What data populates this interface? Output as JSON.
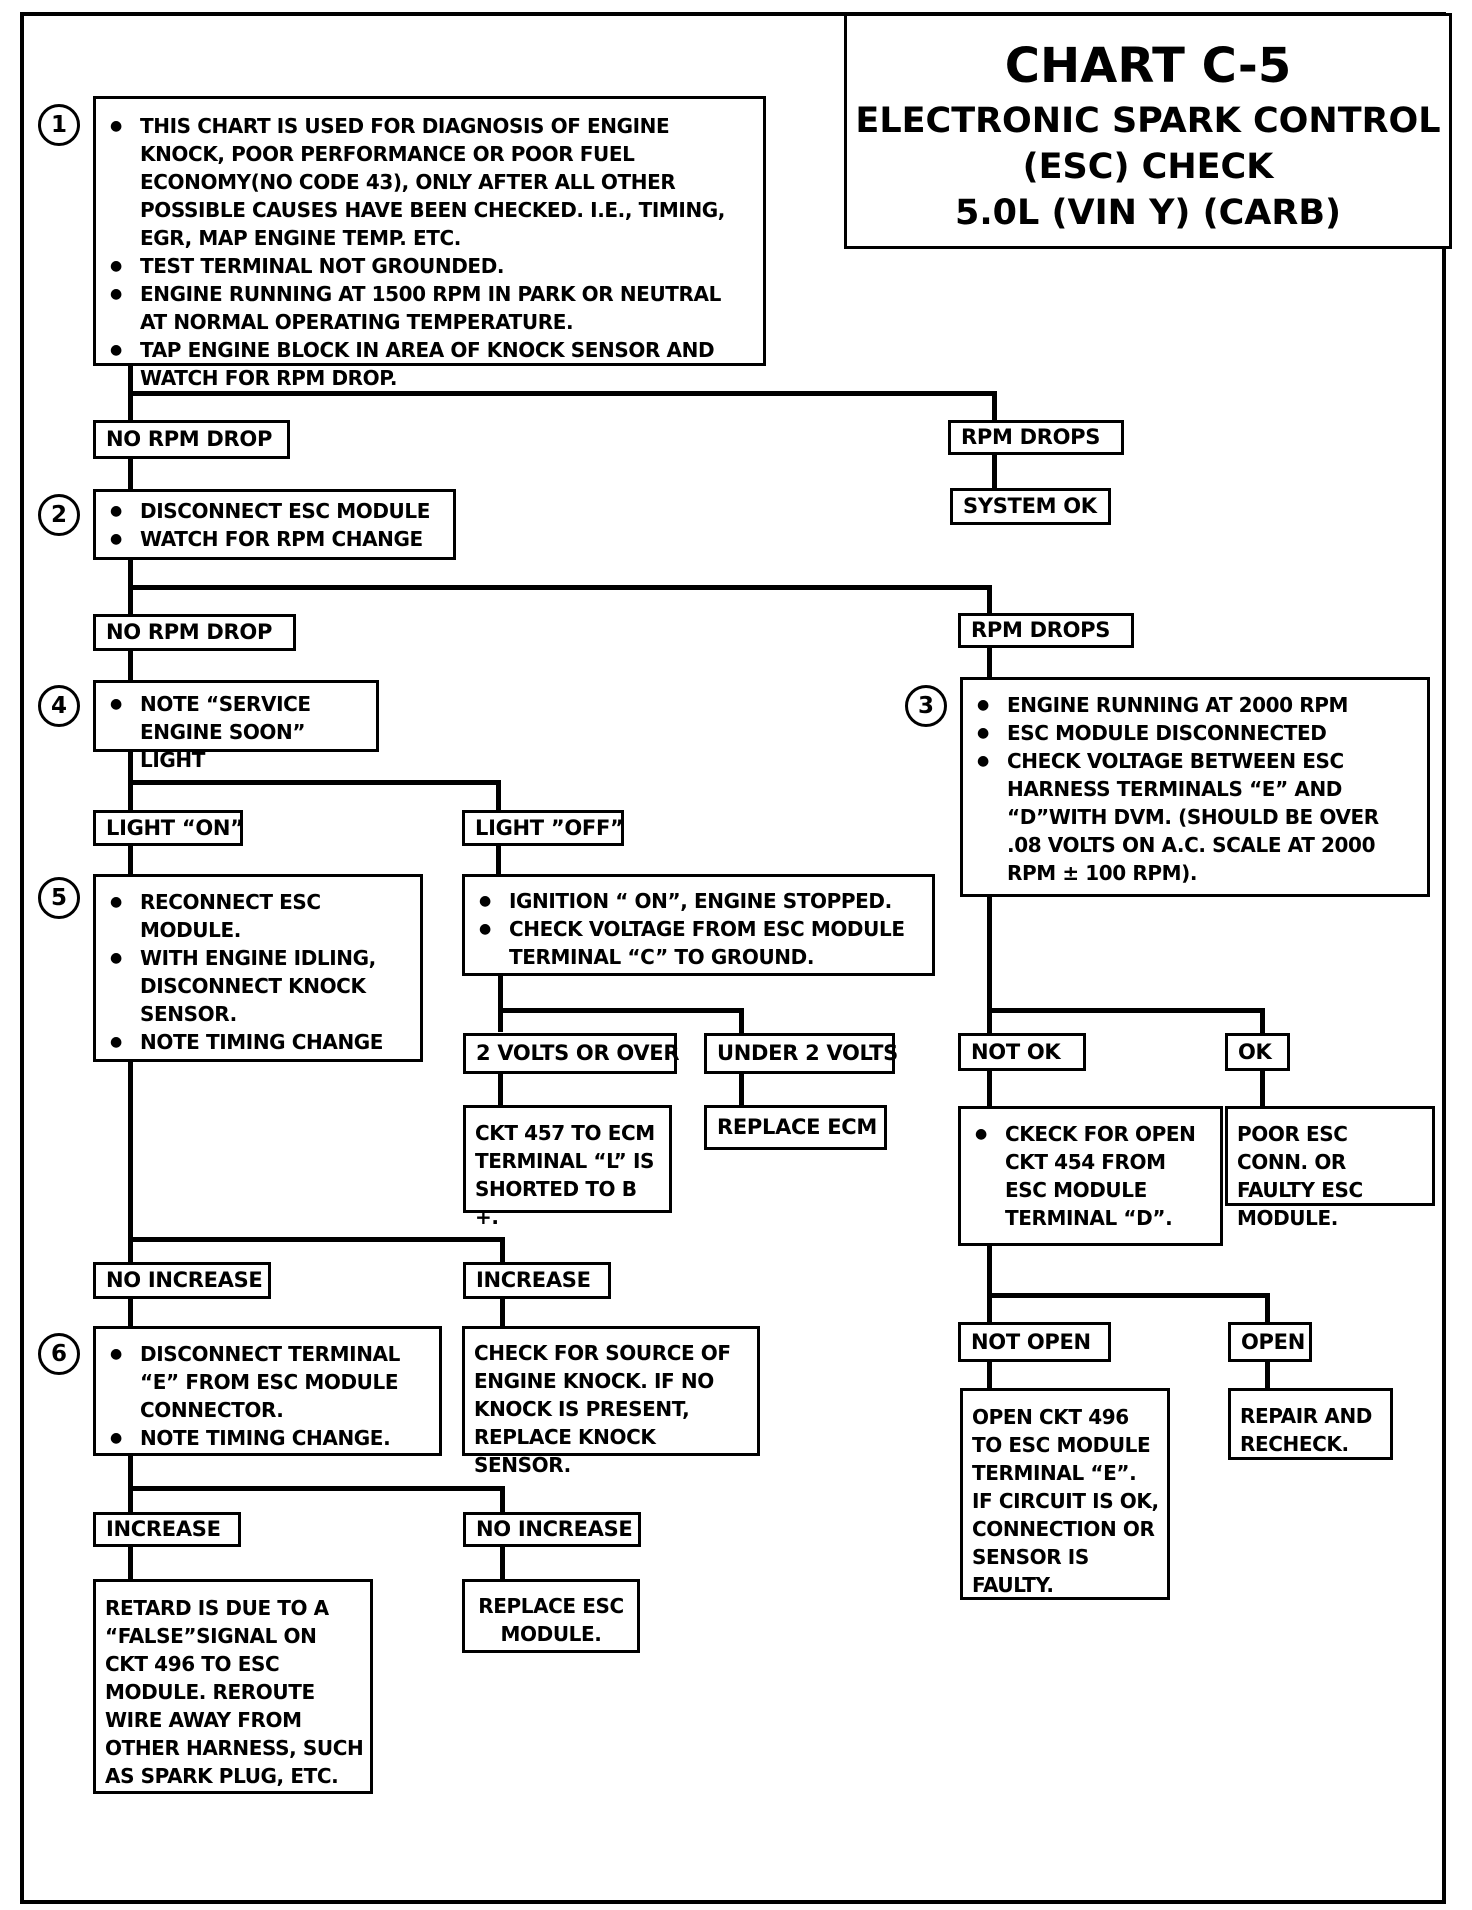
{
  "title": {
    "chart": "CHART C-5",
    "line1": "ELECTRONIC SPARK CONTROL",
    "line2": "(ESC) CHECK",
    "line3": "5.0L  (VIN Y)  (CARB)"
  },
  "steps": {
    "s1": "1",
    "s2": "2",
    "s3": "3",
    "s4": "4",
    "s5": "5",
    "s6": "6"
  },
  "box1": [
    "THIS CHART IS USED FOR DIAGNOSIS OF ENGINE KNOCK, POOR PERFORMANCE OR POOR FUEL ECONOMY(NO CODE 43), ONLY AFTER ALL OTHER POSSIBLE CAUSES HAVE BEEN CHECKED. I.E., TIMING, EGR, MAP ENGINE TEMP. ETC.",
    "TEST TERMINAL NOT GROUNDED.",
    "ENGINE RUNNING AT 1500 RPM IN PARK OR NEUTRAL AT NORMAL OPERATING TEMPERATURE.",
    "TAP ENGINE BLOCK IN AREA OF KNOCK SENSOR AND WATCH FOR RPM DROP."
  ],
  "box2": [
    "DISCONNECT ESC MODULE",
    "WATCH FOR RPM CHANGE"
  ],
  "box3": [
    "ENGINE RUNNING AT 2000 RPM",
    "ESC MODULE DISCONNECTED",
    "CHECK VOLTAGE BETWEEN ESC HARNESS TERMINALS “E” AND “D”WITH DVM. (SHOULD BE OVER .08 VOLTS ON A.C. SCALE AT 2000 RPM ± 100 RPM)."
  ],
  "box4": [
    "NOTE “SERVICE ENGINE SOON” LIGHT"
  ],
  "box5": [
    "RECONNECT ESC MODULE.",
    "WITH ENGINE IDLING, DISCONNECT KNOCK SENSOR.",
    "NOTE TIMING CHANGE"
  ],
  "box6": [
    "DISCONNECT TERMINAL “E” FROM ESC MODULE CONNECTOR.",
    "NOTE TIMING CHANGE."
  ],
  "boxIgnition": [
    "IGNITION “ ON”, ENGINE STOPPED.",
    "CHECK VOLTAGE FROM ESC  MODULE TERMINAL “C” TO GROUND."
  ],
  "boxCkt454": [
    "CKECK FOR OPEN CKT 454 FROM ESC MODULE TERMINAL “D”."
  ],
  "labels": {
    "no_rpm_drop_1": "NO RPM DROP",
    "rpm_drops_1": "RPM DROPS",
    "system_ok": "SYSTEM OK",
    "no_rpm_drop_2": "NO RPM DROP",
    "rpm_drops_2": "RPM DROPS",
    "light_on": "LIGHT “ON”",
    "light_off": "LIGHT ”OFF”",
    "two_volts_or_over": "2 VOLTS OR OVER",
    "under_two_volts": "UNDER 2 VOLTS",
    "replace_ecm": "REPLACE ECM",
    "not_ok": "NOT OK",
    "ok": "OK",
    "no_increase_1": "NO INCREASE",
    "increase_1": "INCREASE",
    "not_open": "NOT OPEN",
    "open": "OPEN",
    "increase_2": "INCREASE",
    "no_increase_2": "NO INCREASE"
  },
  "results": {
    "ckt457": "CKT 457 TO ECM TERMINAL “L” IS SHORTED TO B +.",
    "poor_esc": "POOR ESC CONN. OR FAULTY ESC MODULE.",
    "check_knock": "CHECK FOR SOURCE OF ENGINE KNOCK.  IF NO KNOCK IS PRESENT, REPLACE KNOCK SENSOR.",
    "open_ckt496": "OPEN CKT 496 TO ESC MODULE TERMINAL “E”.  IF CIRCUIT IS OK, CONNECTION OR SENSOR IS FAULTY.",
    "repair_recheck": "REPAIR AND RECHECK.",
    "retard": "RETARD IS DUE TO A “FALSE”SIGNAL ON CKT 496 TO ESC MODULE. REROUTE WIRE AWAY FROM OTHER HARNESS, SUCH AS SPARK PLUG, ETC.",
    "replace_esc": "REPLACE ESC MODULE."
  }
}
